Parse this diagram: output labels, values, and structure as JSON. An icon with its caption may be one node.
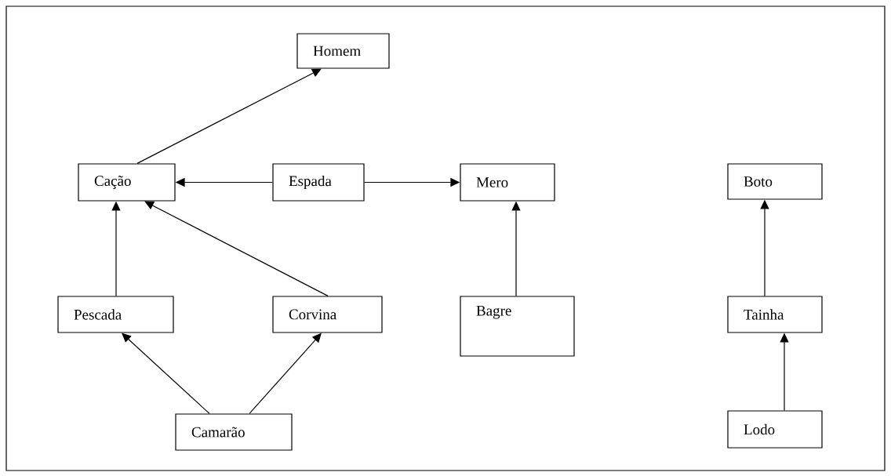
{
  "diagram": {
    "nodes": [
      {
        "text": [
          "Homem"
        ]
      },
      {
        "text": [
          "Cação"
        ]
      },
      {
        "text": [
          "Espada"
        ]
      },
      {
        "text": [
          "Mero"
        ]
      },
      {
        "text": [
          "Boto"
        ]
      },
      {
        "text": [
          "Pescada"
        ]
      },
      {
        "text": [
          "Corvina"
        ]
      },
      {
        "text": [
          "Bagre"
        ]
      },
      {
        "text": [
          "Tainha"
        ]
      },
      {
        "text": [
          "Camarão"
        ]
      },
      {
        "text": [
          "Lodo"
        ]
      }
    ],
    "edges": [
      {
        "from": 1,
        "to": 0,
        "arrow": "to"
      },
      {
        "from": 2,
        "to": 1,
        "arrow": "to"
      },
      {
        "from": 2,
        "to": 3,
        "arrow": "to"
      },
      {
        "from": 5,
        "to": 1,
        "arrow": "to"
      },
      {
        "from": 6,
        "to": 1,
        "arrow": "to"
      },
      {
        "from": 9,
        "to": 5,
        "arrow": "to"
      },
      {
        "from": 9,
        "to": 6,
        "arrow": "to"
      },
      {
        "from": 7,
        "to": 3,
        "arrow": "to"
      },
      {
        "from": 8,
        "to": 4,
        "arrow": "to"
      },
      {
        "from": 10,
        "to": 8,
        "arrow": "to"
      }
    ]
  }
}
